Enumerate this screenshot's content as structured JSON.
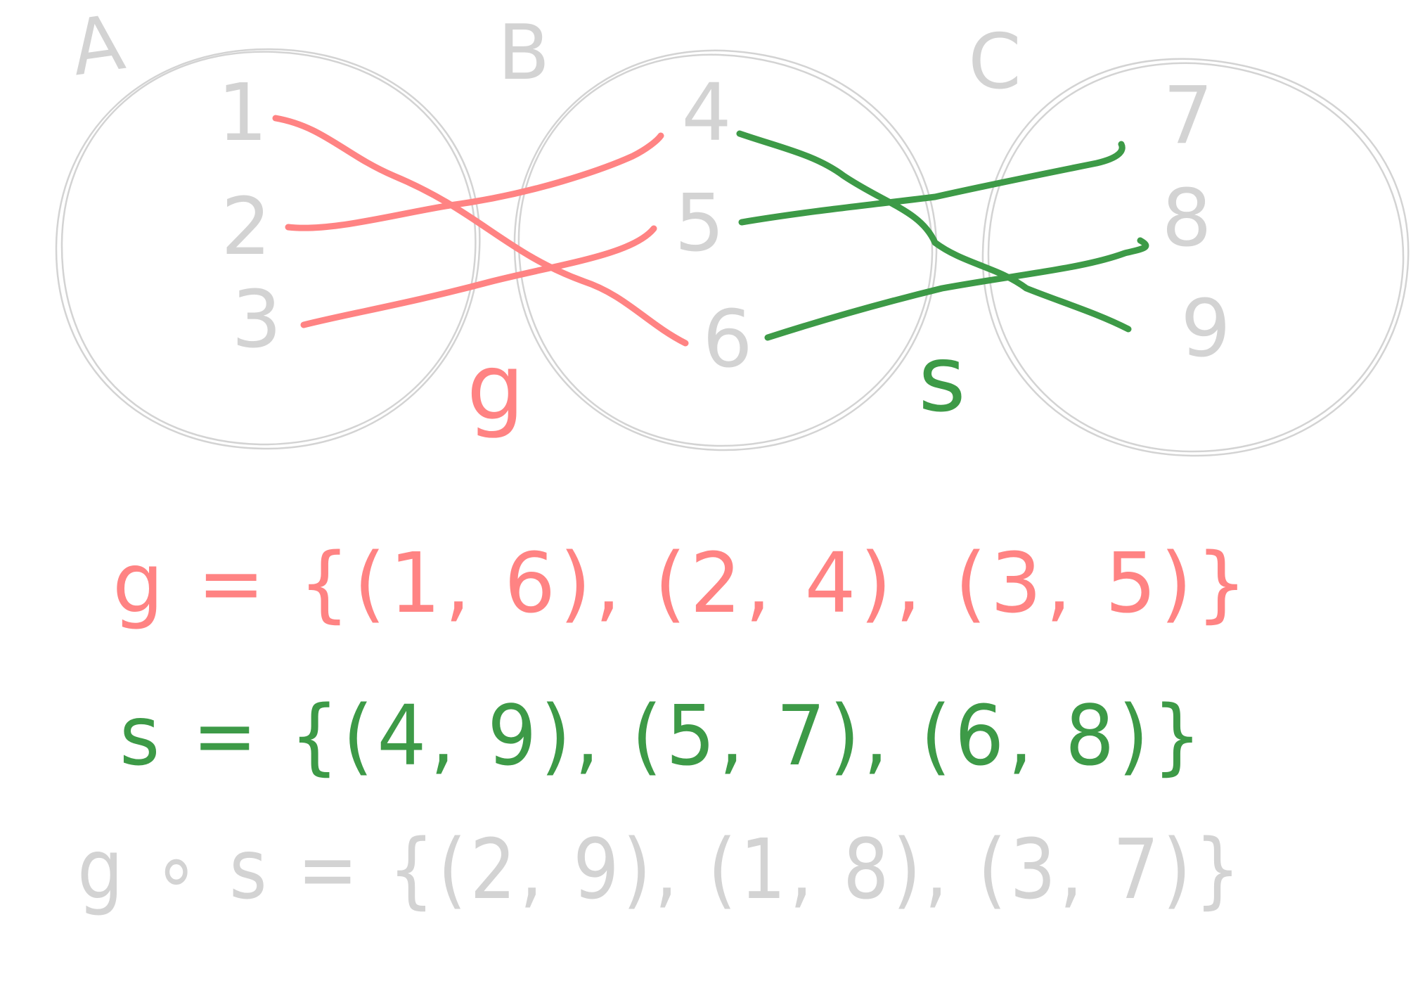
{
  "colors": {
    "grey": "#d3d3d3",
    "red": "#ff8383",
    "green": "#3d9a47"
  },
  "sets": [
    {
      "name": "A",
      "elements": [
        "1",
        "2",
        "3"
      ]
    },
    {
      "name": "B",
      "elements": [
        "4",
        "5",
        "6"
      ]
    },
    {
      "name": "C",
      "elements": [
        "7",
        "8",
        "9"
      ]
    }
  ],
  "functions": {
    "g": {
      "label": "g",
      "mapping": [
        [
          "1",
          "6"
        ],
        [
          "2",
          "4"
        ],
        [
          "3",
          "5"
        ]
      ]
    },
    "s": {
      "label": "s",
      "mapping": [
        [
          "4",
          "9"
        ],
        [
          "5",
          "7"
        ],
        [
          "6",
          "8"
        ]
      ]
    }
  },
  "formulas": {
    "g": "g = {(1, 6), (2, 4), (3, 5)}",
    "s": "s = {(4, 9), (5, 7), (6, 8)}",
    "composition": "g ∘ s = {(2, 9), (1, 8), (3, 7)}"
  }
}
